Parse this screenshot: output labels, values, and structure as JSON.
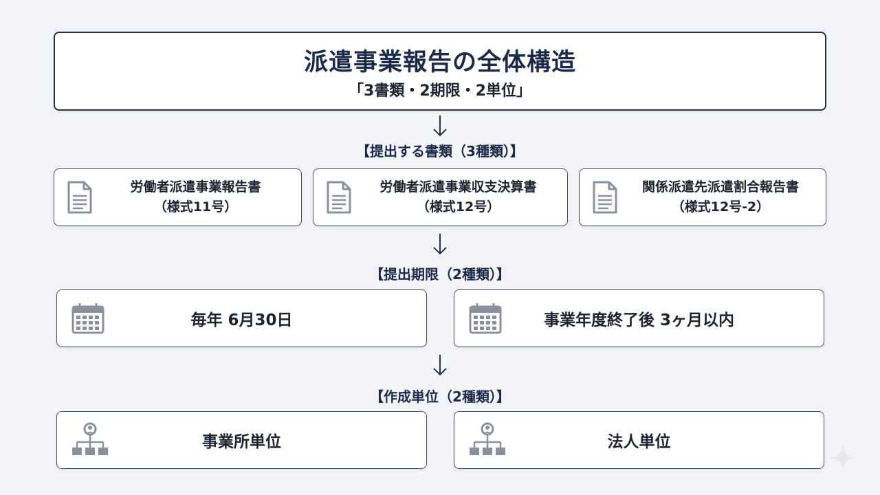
{
  "header": {
    "title": "派遣事業報告の全体構造",
    "subtitle": "「3書類・2期限・2単位」"
  },
  "documents": {
    "label": "【提出する書類（3種類）】",
    "items": [
      {
        "name": "労働者派遣事業報告書",
        "form": "（様式11号）",
        "icon": "document-icon"
      },
      {
        "name": "労働者派遣事業収支決算書",
        "form": "（様式12号）",
        "icon": "document-icon"
      },
      {
        "name": "関係派遣先派遣割合報告書",
        "form": "（様式12号-2）",
        "icon": "document-icon"
      }
    ]
  },
  "deadlines": {
    "label": "【提出期限（2種類）】",
    "items": [
      {
        "text": "毎年 6月30日",
        "icon": "calendar-icon"
      },
      {
        "text": "事業年度終了後 3ヶ月以内",
        "icon": "calendar-icon"
      }
    ]
  },
  "units": {
    "label": "【作成単位（2種類）】",
    "items": [
      {
        "text": "事業所単位",
        "icon": "org-chart-icon"
      },
      {
        "text": "法人単位",
        "icon": "org-chart-icon"
      }
    ]
  },
  "colors": {
    "background": "#f3f4f7",
    "title_text": "#1c2a4a",
    "box_border": "#4a5060",
    "icon_gray": "#8a909c"
  }
}
